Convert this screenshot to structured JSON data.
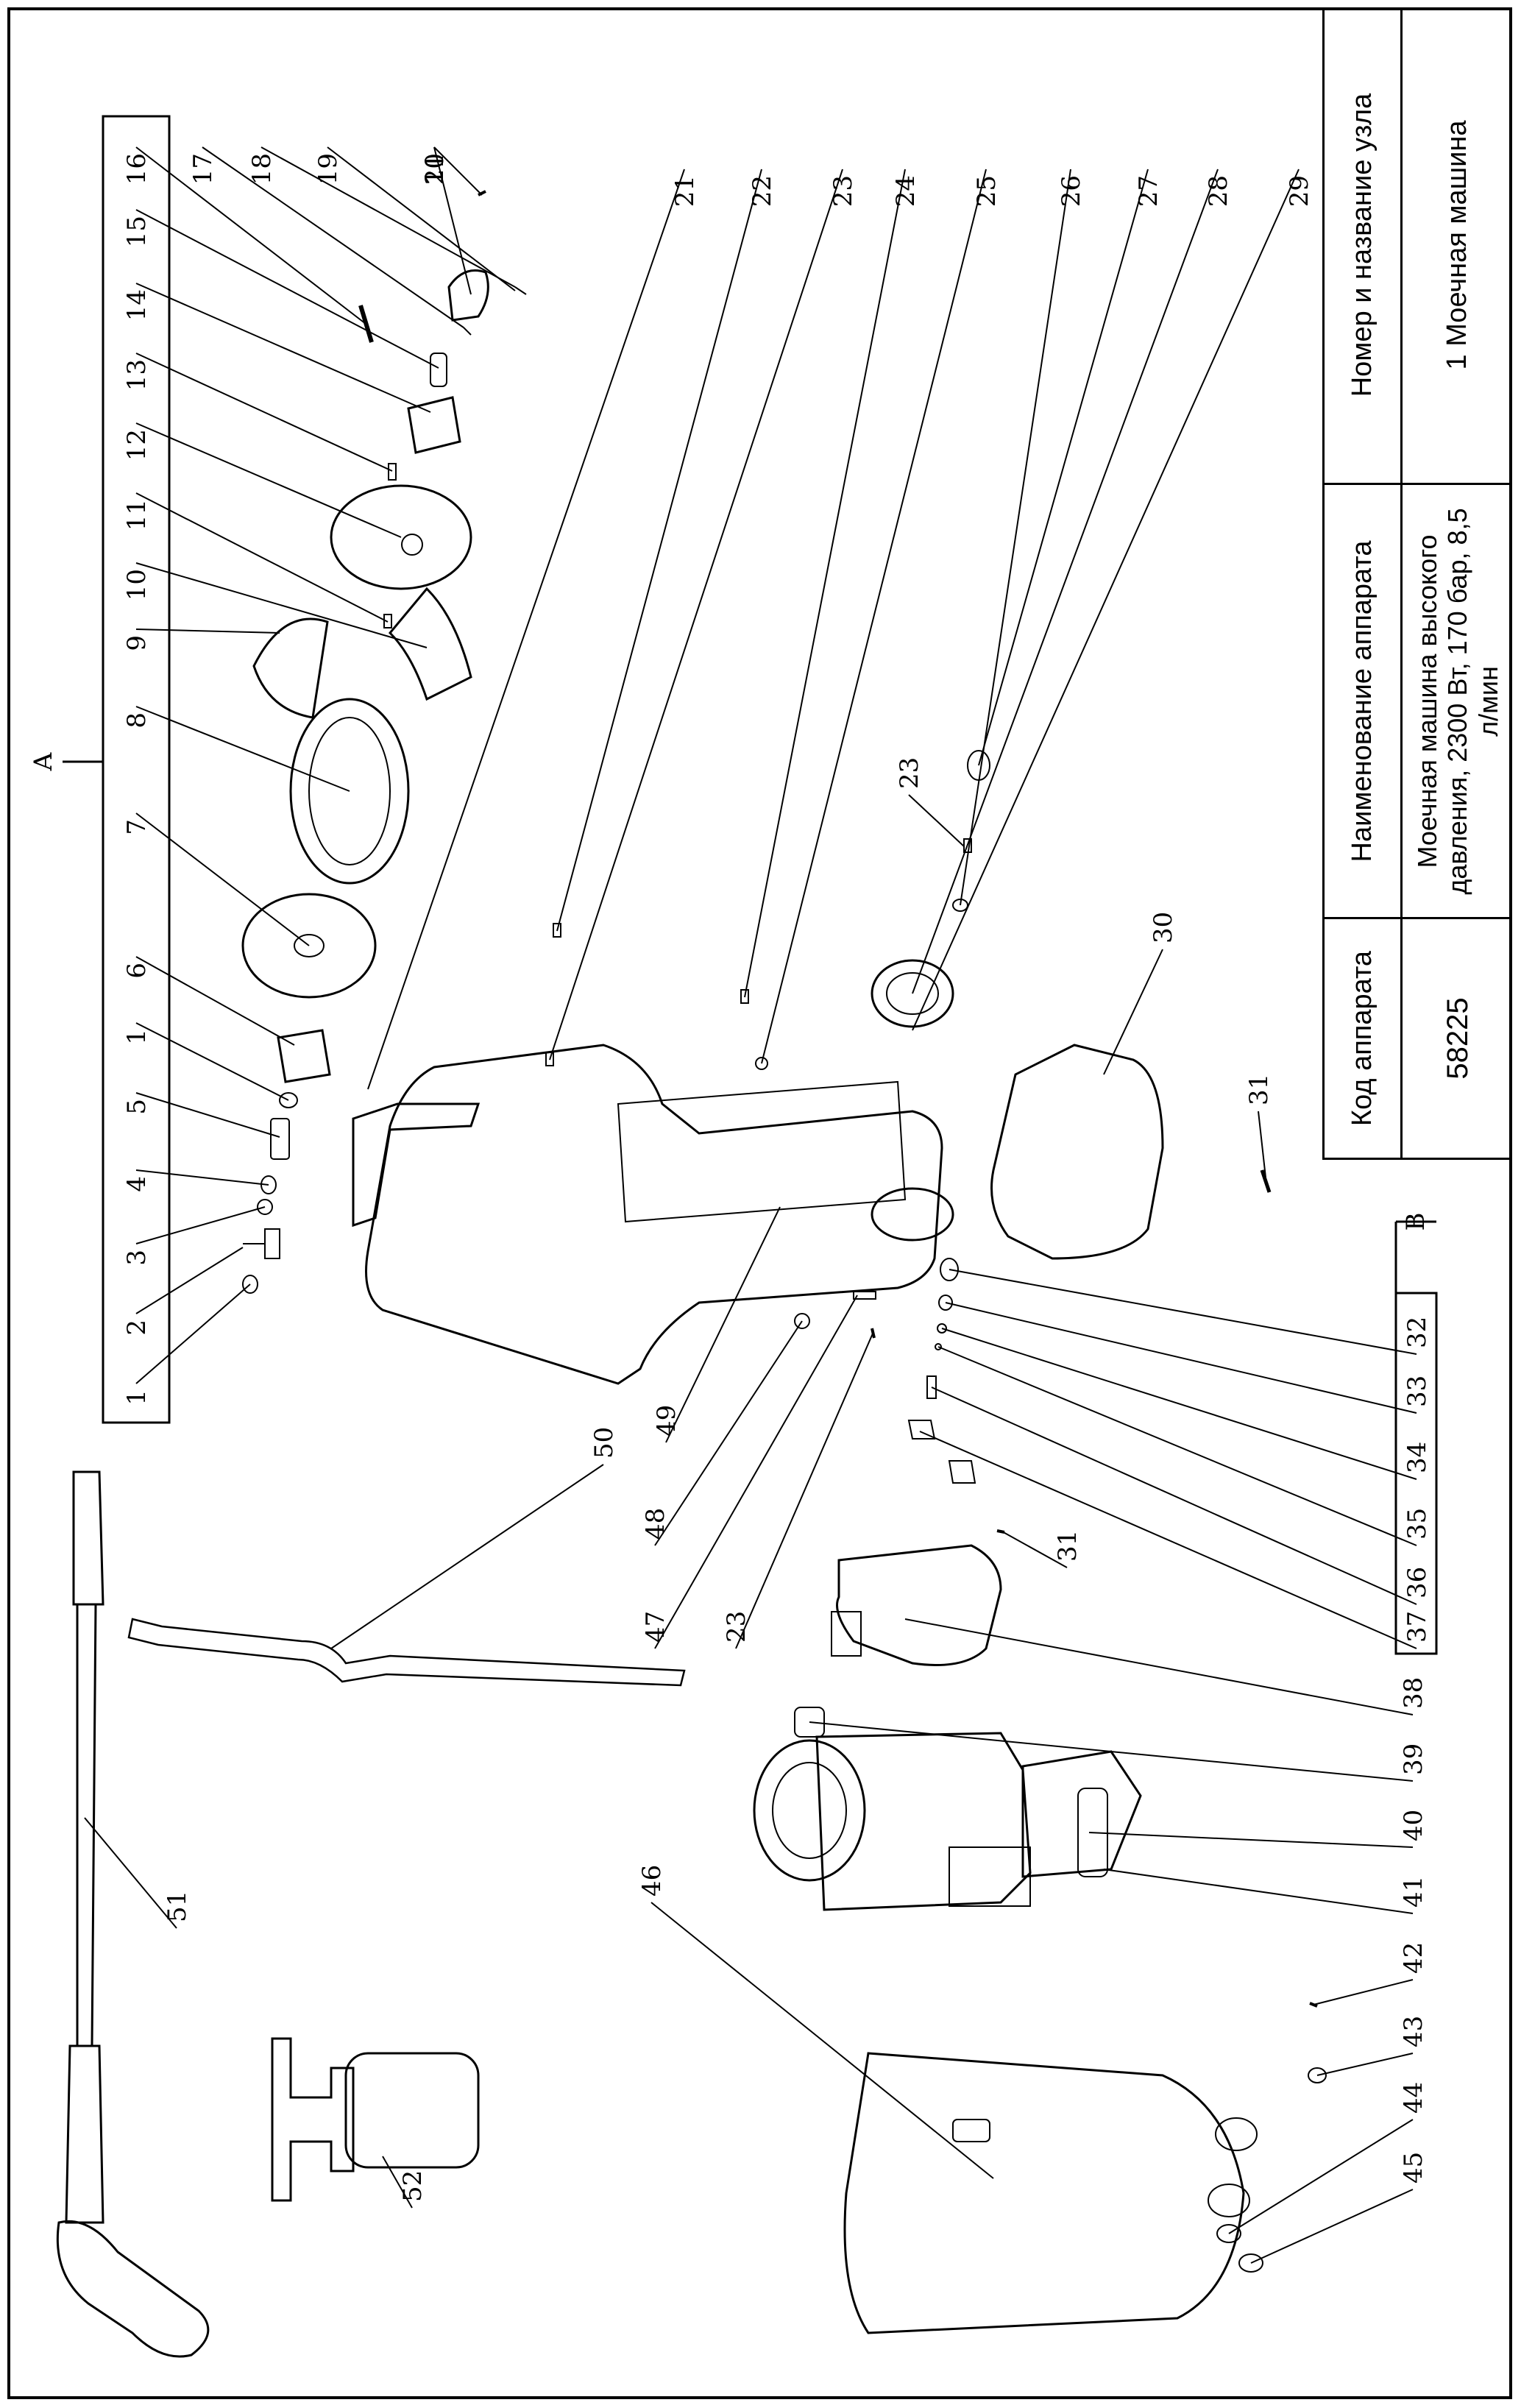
{
  "title_block": {
    "headers": {
      "code": "Код аппарата",
      "name": "Наименование аппарата",
      "unit": "Номер и название узла"
    },
    "values": {
      "code": "58225",
      "name": "Моечная машина высокого давления, 2300 Вт, 170 бар, 8,5 л/мин",
      "unit": "1 Моечная машина"
    }
  },
  "groups": {
    "a_label": "A",
    "b_label": "B"
  },
  "group_a_numbers": [
    "1",
    "2",
    "3",
    "4",
    "5",
    "1",
    "6",
    "7",
    "8",
    "9",
    "10",
    "11",
    "12",
    "13",
    "14",
    "15",
    "16",
    "17",
    "18",
    "19",
    "20",
    "11"
  ],
  "right_column_numbers": [
    "21",
    "22",
    "23",
    "24",
    "25",
    "26",
    "27",
    "28",
    "29"
  ],
  "group_b_numbers": [
    "32",
    "33",
    "34",
    "35",
    "36",
    "37"
  ],
  "bottom_numbers": [
    "38",
    "39",
    "40",
    "41",
    "42",
    "43",
    "44",
    "45"
  ],
  "misc_numbers": {
    "n23_upper": "23",
    "n30": "30",
    "n31_upper": "31",
    "n31_lower": "31",
    "n23_lower": "23",
    "n47": "47",
    "n48": "48",
    "n49": "49",
    "n50": "50",
    "n46": "46",
    "n51": "51",
    "n52": "52"
  }
}
